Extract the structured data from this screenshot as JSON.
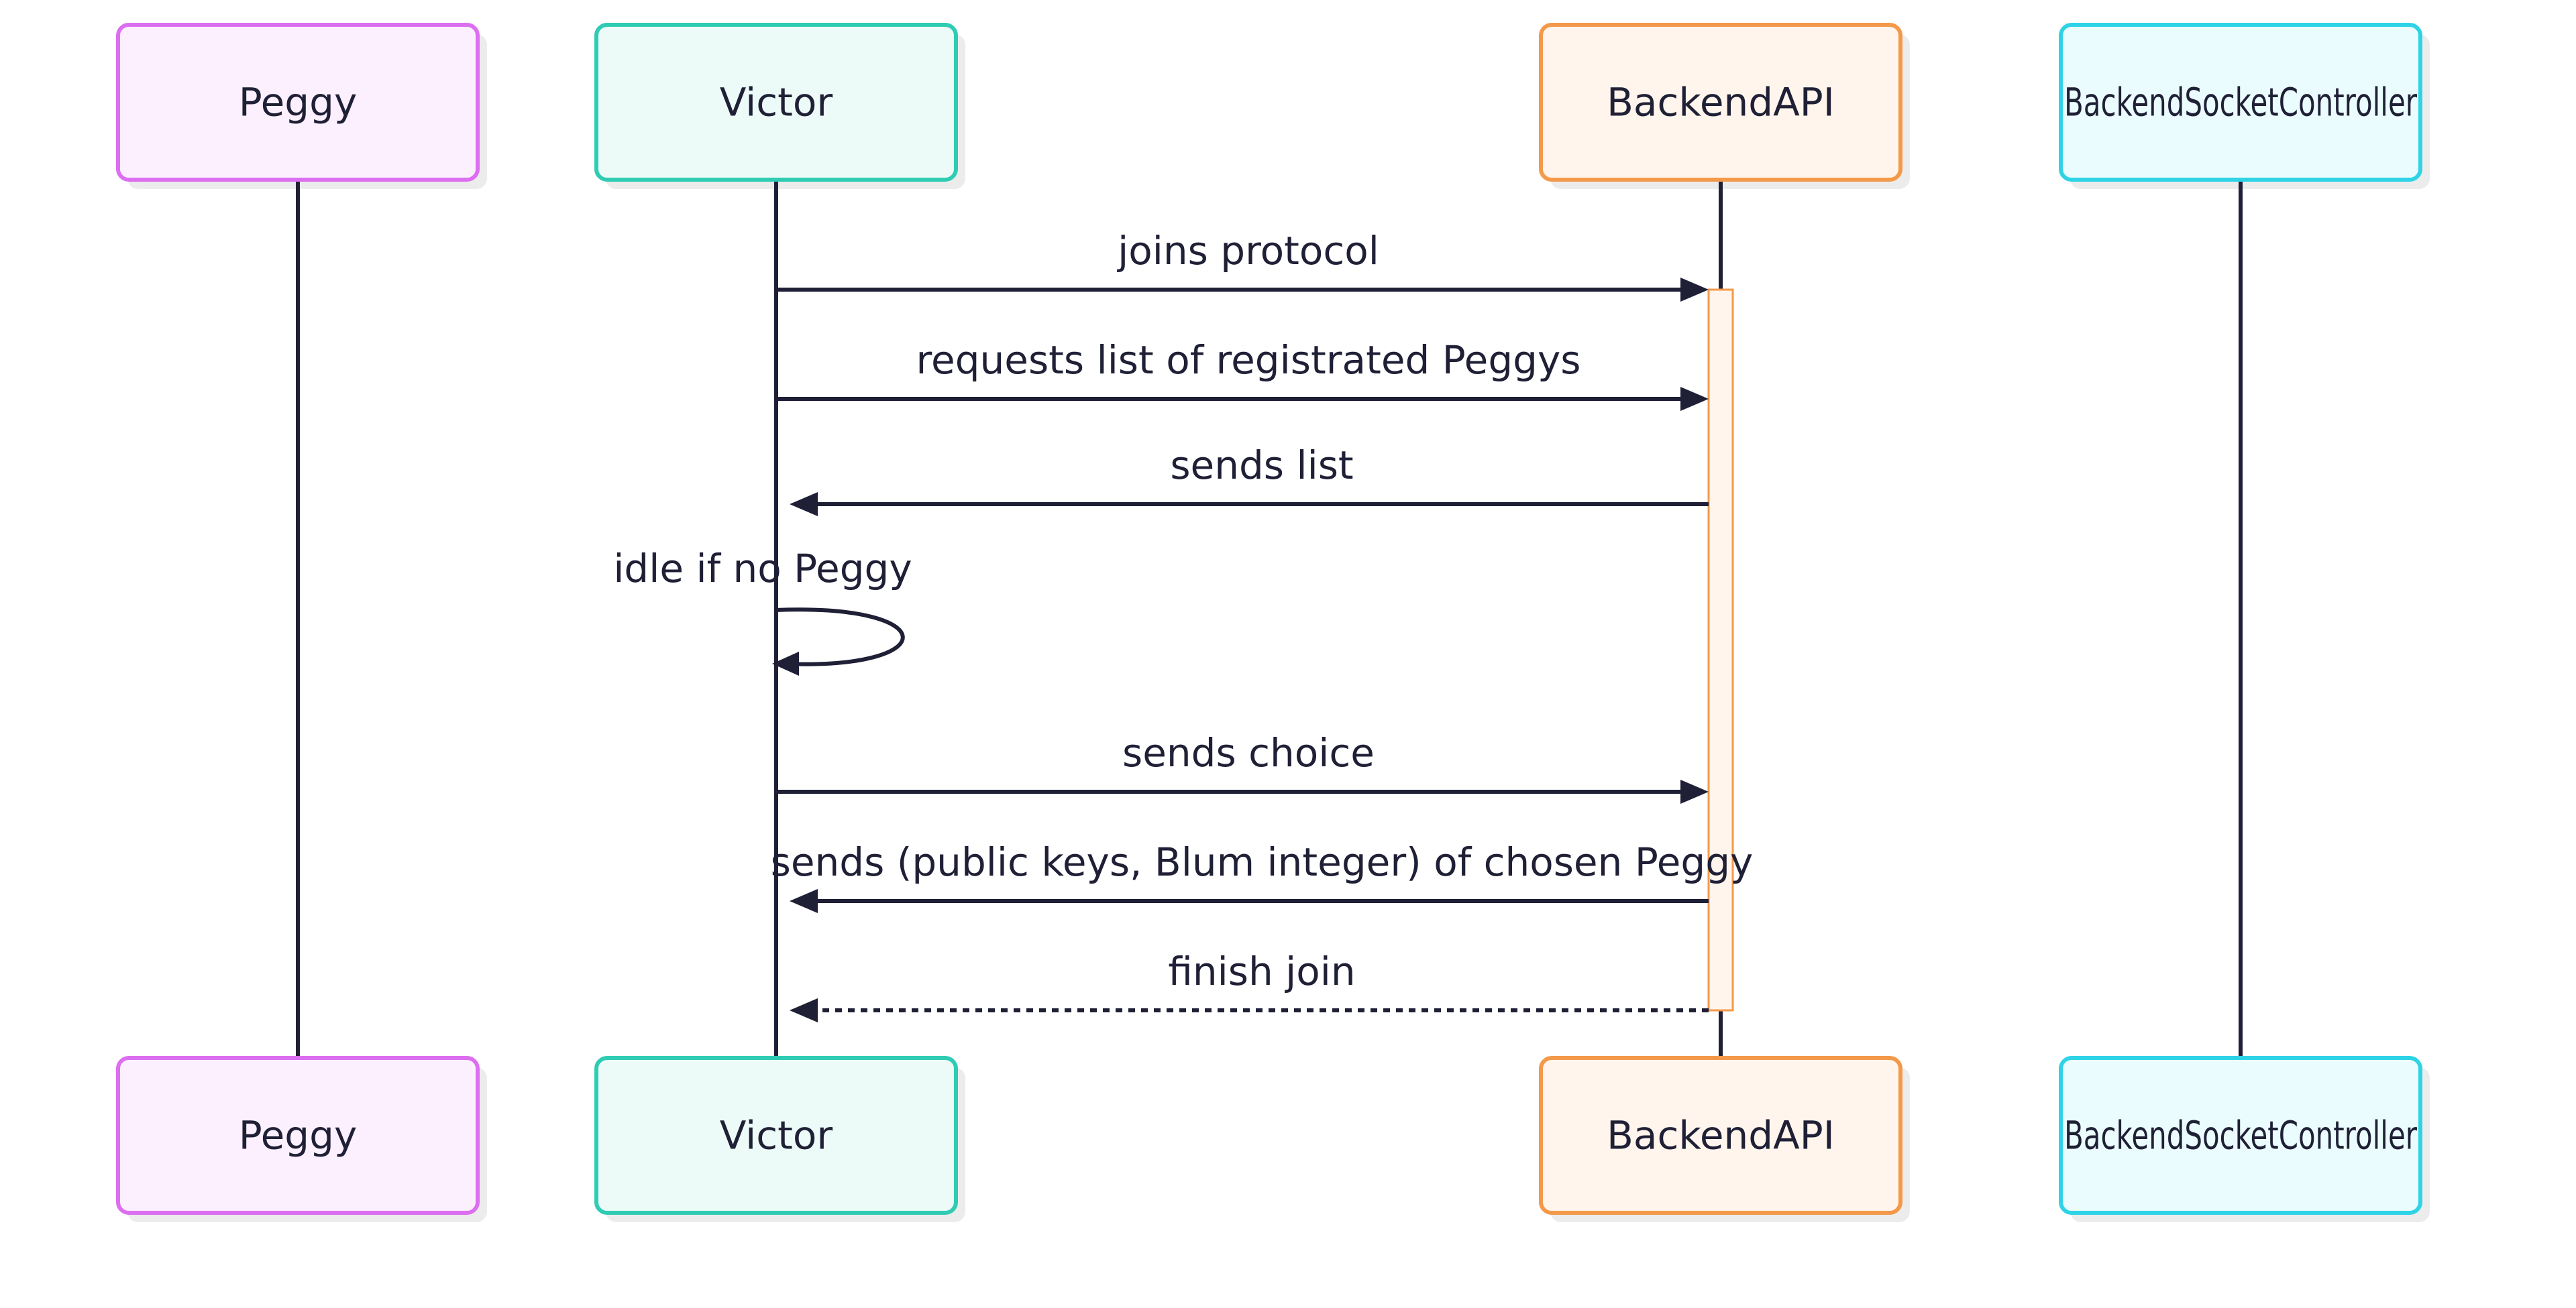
{
  "participants": [
    {
      "id": "peggy",
      "name": "Peggy",
      "stroke": "#dc6ef0",
      "fill": "#fdf0fe"
    },
    {
      "id": "victor",
      "name": "Victor",
      "stroke": "#2fccb3",
      "fill": "#ecfbf8"
    },
    {
      "id": "backendapi",
      "name": "BackendAPI",
      "stroke": "#f4994a",
      "fill": "#fff5ec"
    },
    {
      "id": "socket",
      "name": "BackendSocketController",
      "stroke": "#2ed3e6",
      "fill": "#ebfcfe"
    }
  ],
  "messages": [
    {
      "from": "victor",
      "to": "backendapi",
      "text": "joins protocol",
      "style": "solid"
    },
    {
      "from": "victor",
      "to": "backendapi",
      "text": "requests list of registrated Peggys",
      "style": "solid"
    },
    {
      "from": "backendapi",
      "to": "victor",
      "text": "sends list",
      "style": "solid"
    },
    {
      "from": "victor",
      "to": "victor",
      "text": "idle if no Peggy",
      "style": "solid"
    },
    {
      "from": "victor",
      "to": "backendapi",
      "text": "sends choice",
      "style": "solid"
    },
    {
      "from": "backendapi",
      "to": "victor",
      "text": "sends (public keys, Blum integer) of chosen Peggy",
      "style": "solid"
    },
    {
      "from": "backendapi",
      "to": "victor",
      "text": "finish join",
      "style": "dotted"
    }
  ],
  "activation": {
    "participant": "backendapi",
    "from_message": 0,
    "to_message": 6,
    "stroke": "#f4994a",
    "fill": "#fff5ec"
  },
  "colors": {
    "line": "#1f2036",
    "shadow": "#ececec"
  }
}
